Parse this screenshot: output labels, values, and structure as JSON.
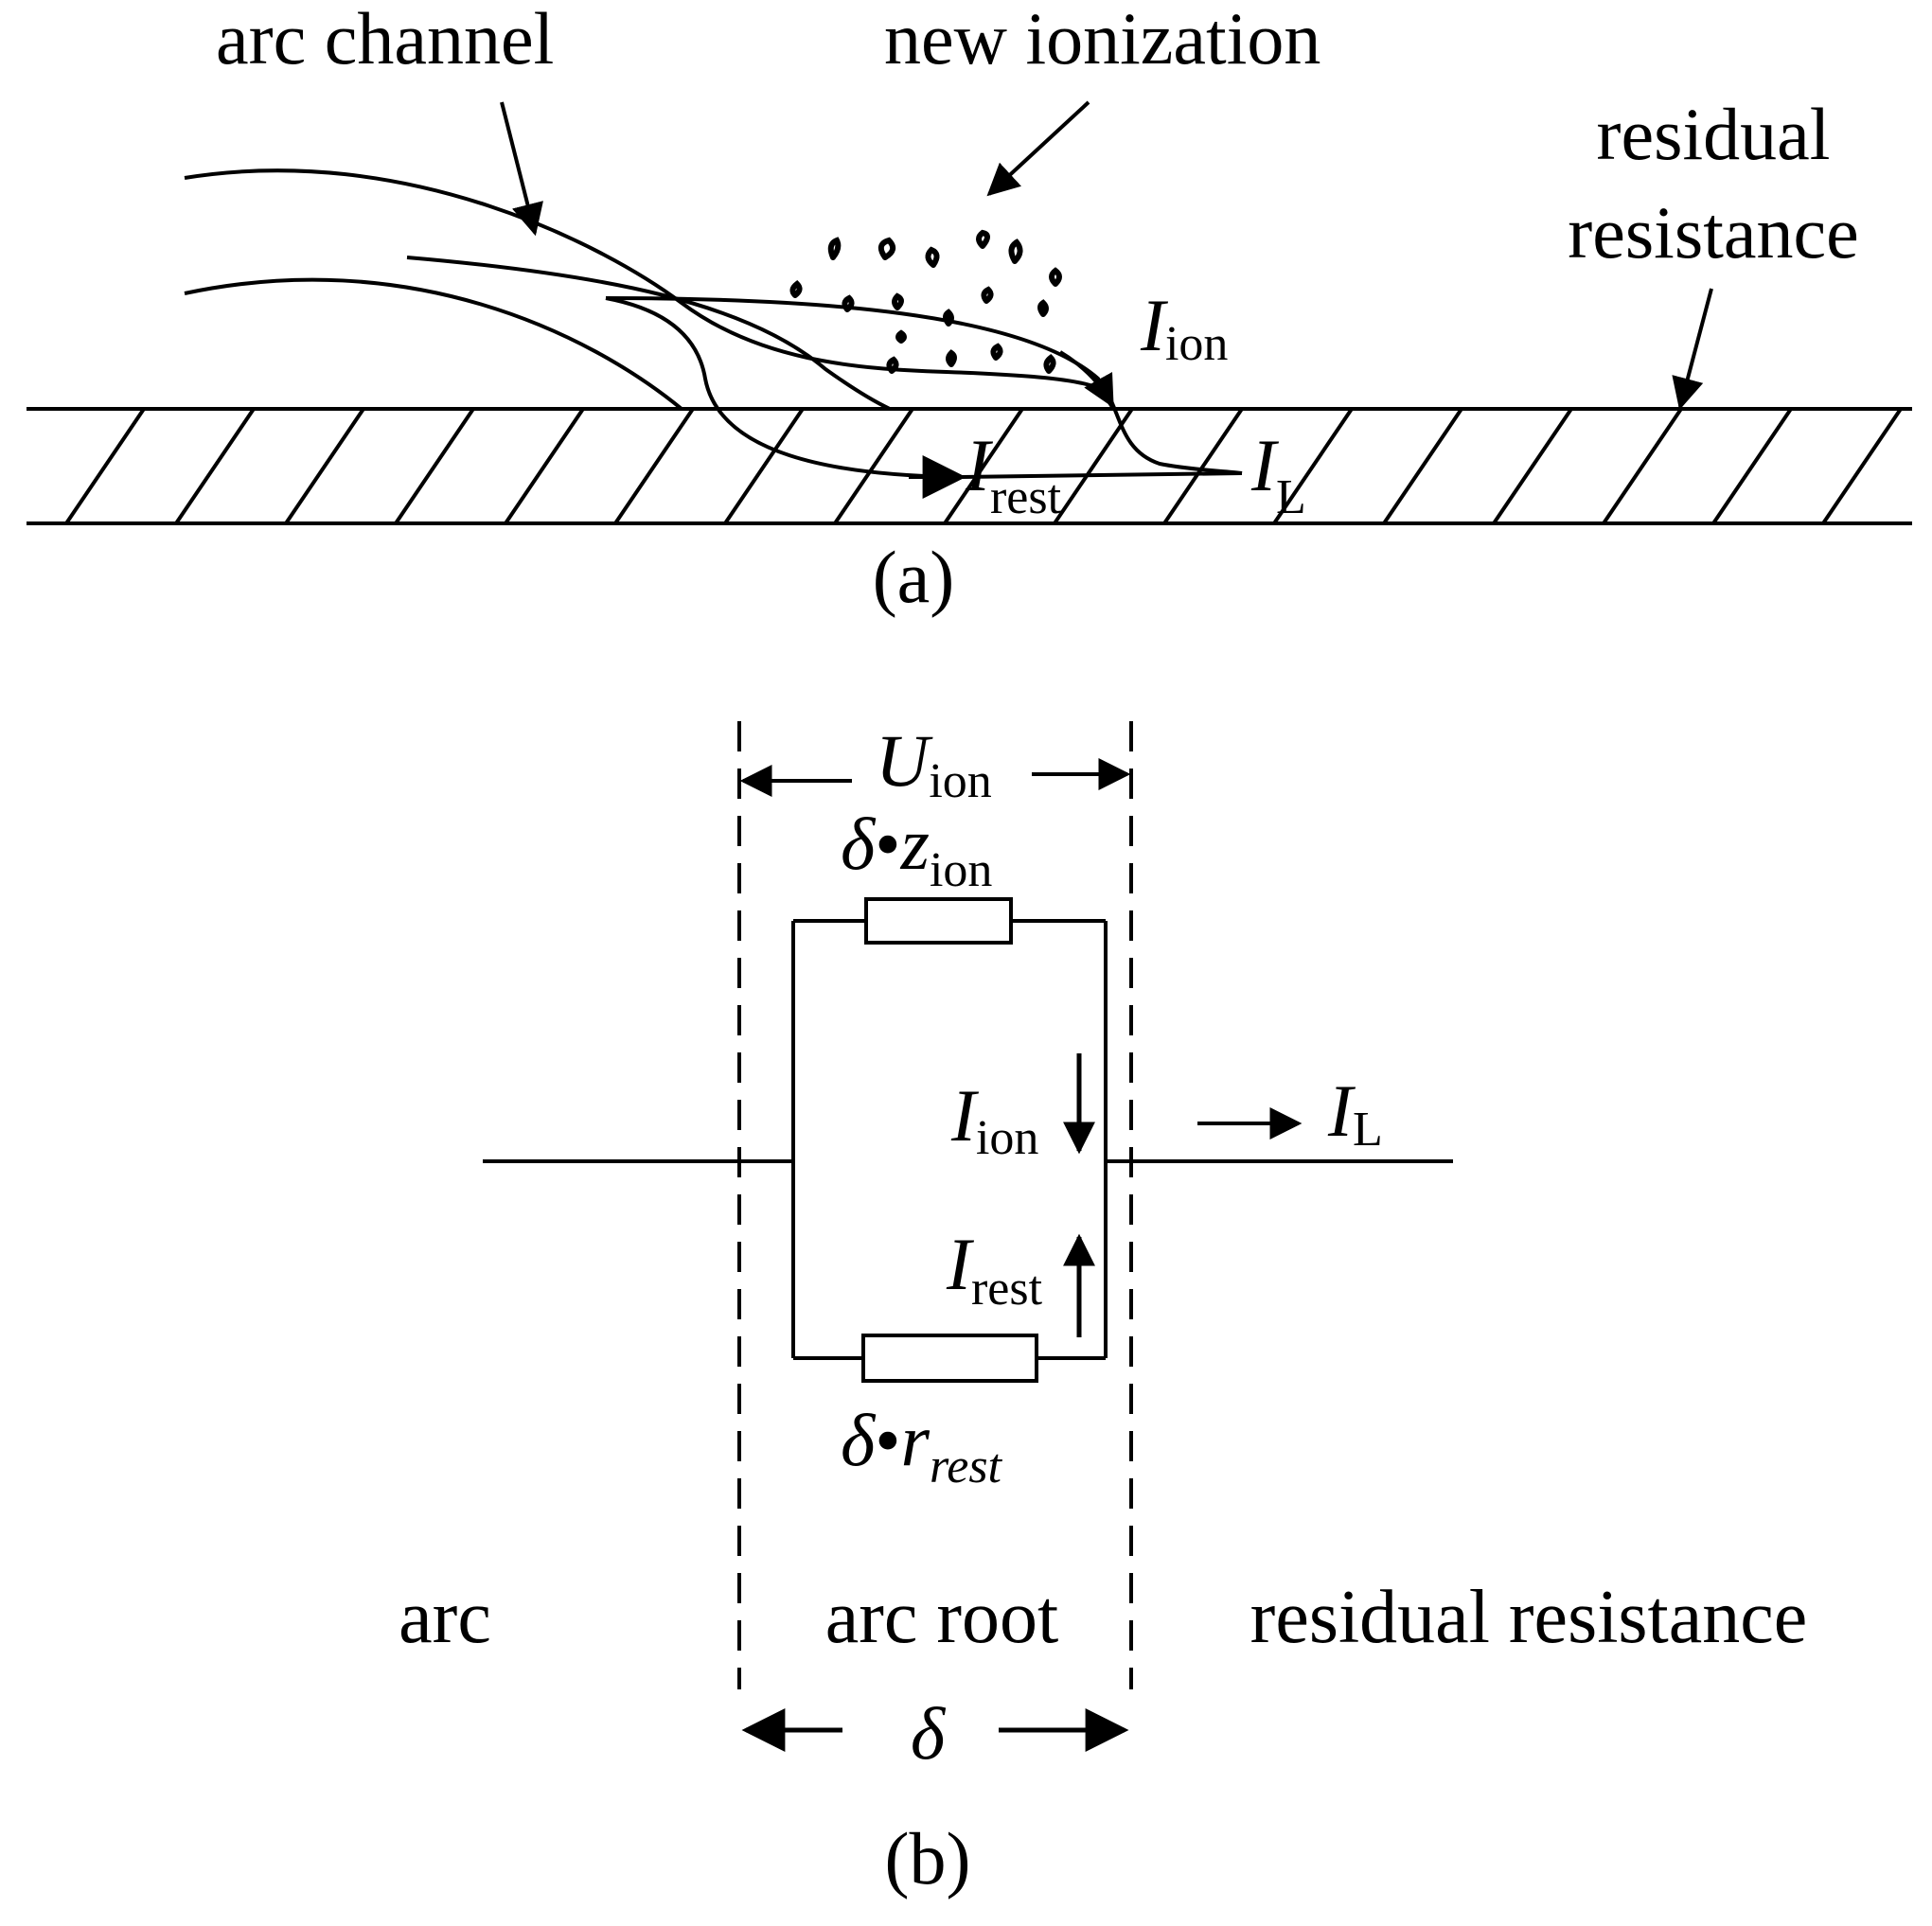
{
  "panel_a": {
    "arc_channel": "arc channel",
    "new_ionization": "new ionization",
    "residual_resistance_line1": "residual",
    "residual_resistance_line2": "resistance",
    "i_ion": {
      "symbol": "I",
      "subscript": "ion"
    },
    "i_rest": {
      "symbol": "I",
      "subscript": "rest"
    },
    "i_l": {
      "symbol": "I",
      "subscript": "L"
    },
    "caption": "(a)"
  },
  "panel_b": {
    "u_ion": {
      "symbol": "U",
      "subscript": "ion"
    },
    "delta_z_ion": {
      "delta": "δ",
      "dot": "•",
      "symbol": "z",
      "subscript": "ion"
    },
    "delta_r_rest": {
      "delta": "δ",
      "dot": "•",
      "symbol": "r",
      "subscript": "rest"
    },
    "i_ion": {
      "symbol": "I",
      "subscript": "ion"
    },
    "i_rest": {
      "symbol": "I",
      "subscript": "rest"
    },
    "i_l": {
      "symbol": "I",
      "subscript": "L"
    },
    "region_arc": "arc",
    "region_arc_root": "arc root",
    "region_residual": "residual resistance",
    "delta": "δ",
    "caption": "(b)"
  },
  "colors": {
    "ink": "#000000",
    "background": "#ffffff"
  }
}
